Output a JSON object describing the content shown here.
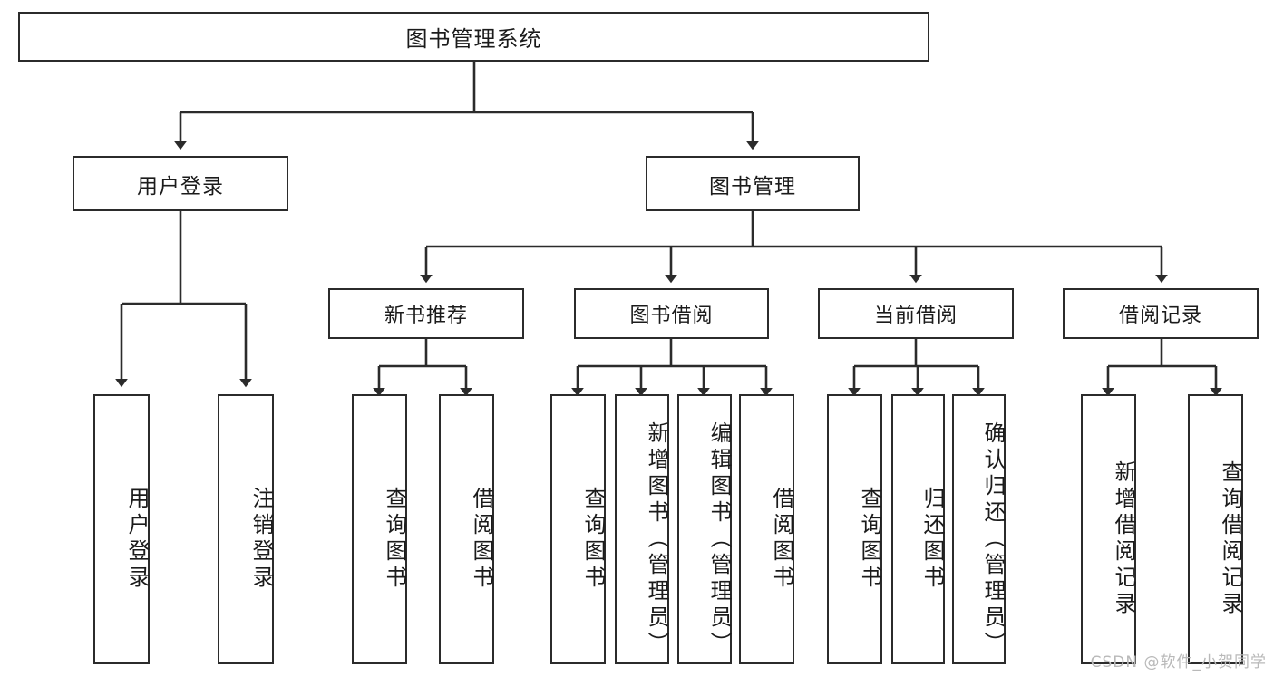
{
  "diagram": {
    "title": "图书管理系统",
    "type": "tree",
    "root": {
      "label": "图书管理系统"
    },
    "level2": [
      {
        "label": "用户登录"
      },
      {
        "label": "图书管理"
      }
    ],
    "level3": [
      {
        "label": "新书推荐"
      },
      {
        "label": "图书借阅"
      },
      {
        "label": "当前借阅"
      },
      {
        "label": "借阅记录"
      }
    ],
    "leaves": {
      "user_login": [
        {
          "label": "用户登录"
        },
        {
          "label": "注销登录"
        }
      ],
      "new_book_recommend": [
        {
          "label": "查询图书"
        },
        {
          "label": "借阅图书"
        }
      ],
      "book_borrow": [
        {
          "label": "查询图书"
        },
        {
          "label": "新增图书（管理员）"
        },
        {
          "label": "编辑图书（管理员）"
        },
        {
          "label": "借阅图书"
        }
      ],
      "current_borrow": [
        {
          "label": "查询图书"
        },
        {
          "label": "归还图书"
        },
        {
          "label": "确认归还（管理员）"
        }
      ],
      "borrow_record": [
        {
          "label": "新增借阅记录"
        },
        {
          "label": "查询借阅记录"
        }
      ]
    }
  },
  "watermark": {
    "text": "CSDN @软件_小贺同学"
  },
  "colors": {
    "stroke": "#2b2b2b",
    "fill": "#ffffff",
    "text": "#1b1b1b",
    "watermark": "#b9b9b9"
  }
}
